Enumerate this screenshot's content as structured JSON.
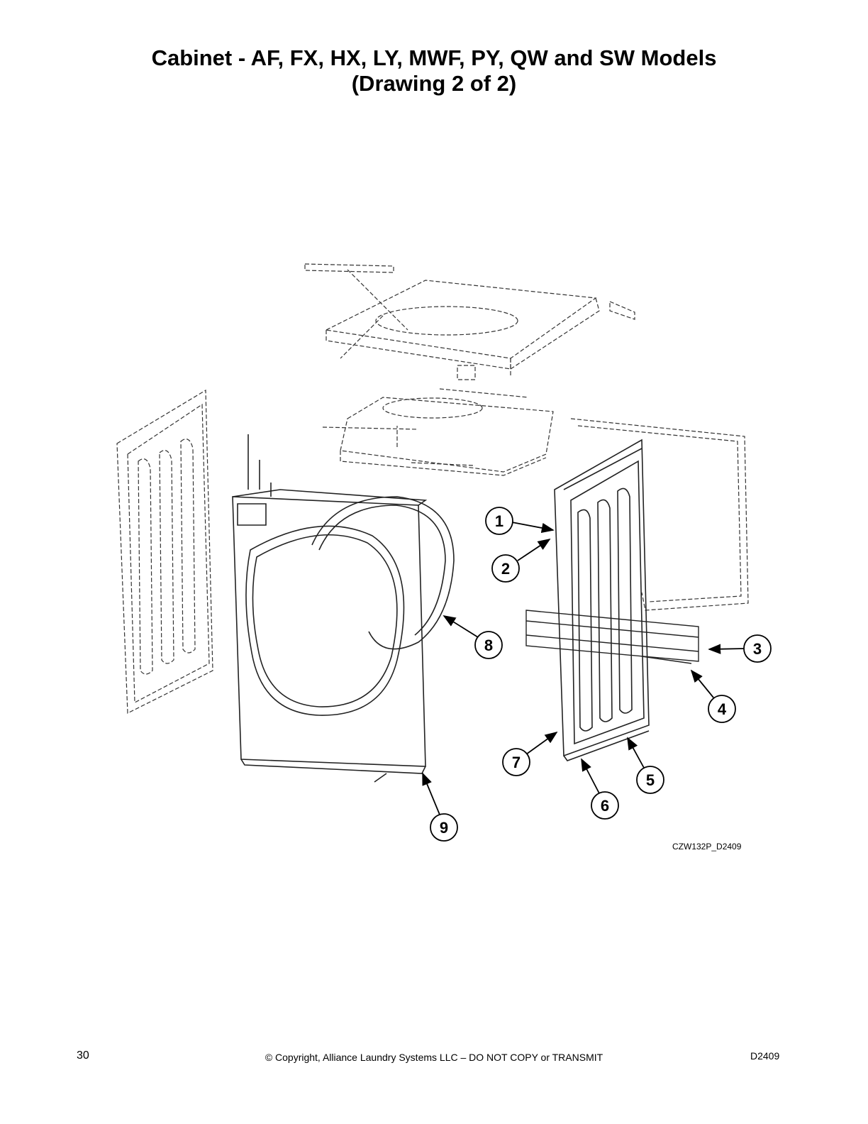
{
  "header": {
    "title_line1": "Cabinet - AF, FX, HX, LY, MWF, PY, QW and SW Models",
    "title_line2": "(Drawing 2 of 2)"
  },
  "drawing": {
    "callouts": [
      "1",
      "2",
      "3",
      "4",
      "5",
      "6",
      "7",
      "8",
      "9"
    ],
    "code": "CZW132P_D2409"
  },
  "footer": {
    "page_number": "30",
    "copyright": "© Copyright, Alliance Laundry Systems LLC – DO NOT COPY or TRANSMIT",
    "doc_number": "D2409"
  }
}
